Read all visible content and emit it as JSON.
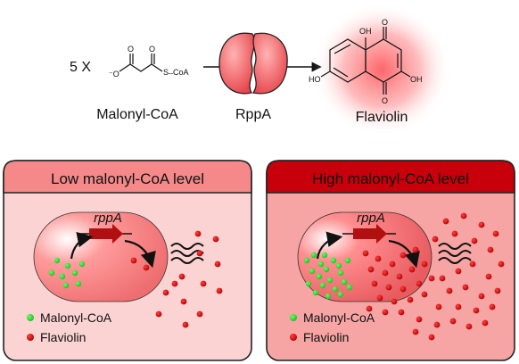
{
  "reaction": {
    "multiplier": "5 X",
    "substrate_label": "Malonyl-CoA",
    "substrate_atoms": {
      "o_minus": "⁻O",
      "o1": "O",
      "o2": "O",
      "s_coa": "S ̶ CoA"
    },
    "enzyme_label": "RppA",
    "product_label": "Flaviolin",
    "product_atoms": {
      "oh_top": "OH",
      "o_top": "O",
      "o_bottom": "O",
      "oh_left": "HO",
      "oh_right": "OH"
    }
  },
  "panels": [
    {
      "title": "Low malonyl-CoA level",
      "gene": "rppA",
      "legend": [
        {
          "label": "Malonyl-CoA",
          "color": "#33cc33"
        },
        {
          "label": "Flaviolin",
          "color": "#cc1111"
        }
      ],
      "colors": {
        "header": "#f5898a",
        "body": "#fbd3d3"
      }
    },
    {
      "title": "High malonyl-CoA level",
      "gene": "rppA",
      "legend": [
        {
          "label": "Malonyl-CoA",
          "color": "#33cc33"
        },
        {
          "label": "Flaviolin",
          "color": "#cc1111"
        }
      ],
      "colors": {
        "header": "#c8000b",
        "body": "#f6a4a4"
      }
    }
  ],
  "colors": {
    "enzyme": "#ee4f55",
    "gene_arrow": "#b01010",
    "malonyl": "#33cc33",
    "flaviolin": "#cc1111"
  }
}
